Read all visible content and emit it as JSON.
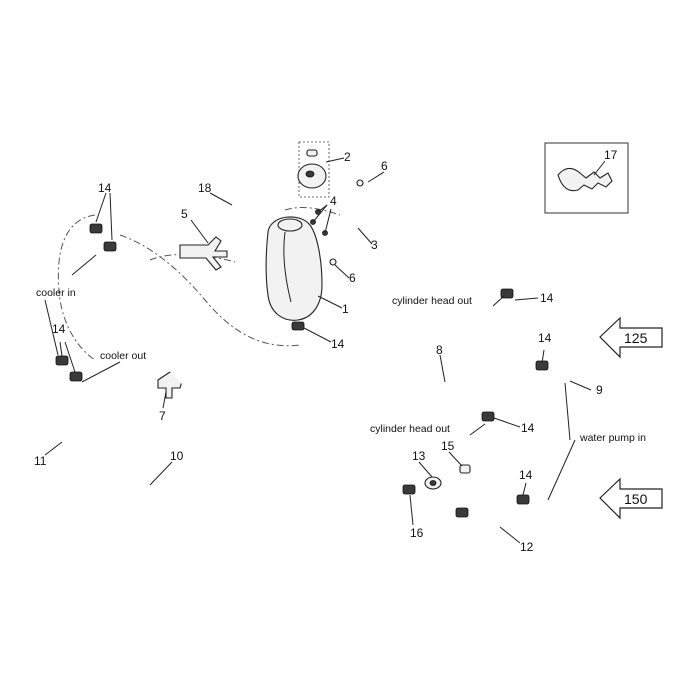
{
  "part_numbers": {
    "n1": "1",
    "n2": "2",
    "n3": "3",
    "n4": "4",
    "n5": "5",
    "n6a": "6",
    "n6b": "6",
    "n7": "7",
    "n8": "8",
    "n9": "9",
    "n10": "10",
    "n11": "11",
    "n12": "12",
    "n13": "13",
    "n14a": "14",
    "n14b": "14",
    "n14c": "14",
    "n14d": "14",
    "n14e": "14",
    "n14f": "14",
    "n14g": "14",
    "n15": "15",
    "n16": "16",
    "n17": "17",
    "n18": "18"
  },
  "labels": {
    "cooler_in": "cooler in",
    "cooler_out": "cooler out",
    "cyl_head_out_upper": "cylinder head out",
    "cyl_head_out_lower": "cylinder head out",
    "water_pump_in": "water pump in"
  },
  "arrows": {
    "upper": "125",
    "lower": "150"
  }
}
